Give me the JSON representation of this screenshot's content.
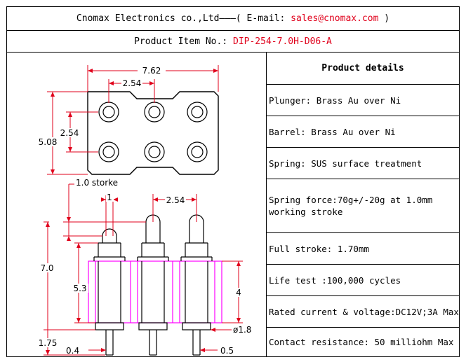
{
  "header": {
    "company": "Cnomax Electronics co.,Ltd",
    "dashes": "———( E-mail: ",
    "email": "sales@cnomax.com",
    "close": " )"
  },
  "product": {
    "label": "Product Item No.: ",
    "item_no": "DIP-254-7.0H-D06-A"
  },
  "details": {
    "title": "Product details",
    "rows": [
      "Plunger: Brass Au over Ni",
      "Barrel: Brass Au over Ni",
      "Spring: SUS surface treatment",
      "Spring force:70g+/-20g at 1.0mm working stroke",
      "Full stroke: 1.70mm",
      "Life test :100,000 cycles",
      "Rated current & voltage:DC12V;3A Max",
      "Contact resistance: 50 milliohm Max"
    ]
  },
  "drawing": {
    "dim_width": "7.62",
    "dim_pitch_top": "2.54",
    "dim_row_pitch": "2.54",
    "dim_height": "5.08",
    "dim_stroke": "1.0 storke",
    "dim_tip": "1",
    "dim_pitch_side": "2.54",
    "dim_total_height": "7.0",
    "dim_body_height": "5.3",
    "dim_right_height": "4",
    "dim_tail": "1.75",
    "dim_tail_width": "0.4",
    "dim_pin_dia": "ø1.8",
    "dim_pin_tail": "0.5",
    "colors": {
      "dimension": "#e0001b",
      "body": "#ff00ff",
      "outline": "#000000"
    }
  }
}
